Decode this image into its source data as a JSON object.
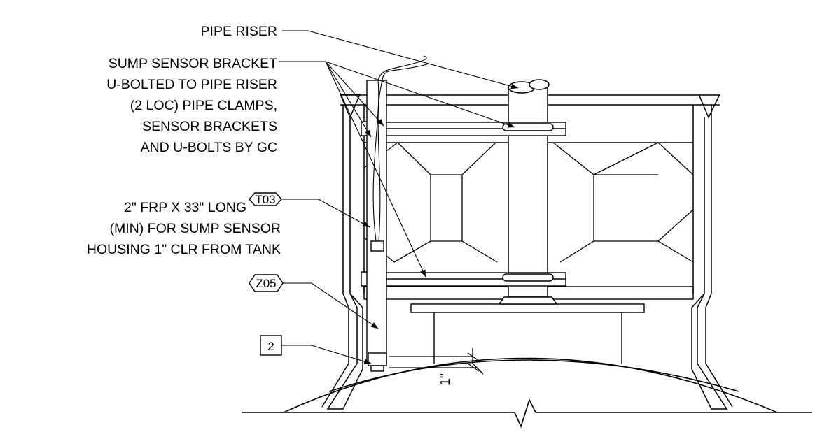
{
  "labels": {
    "pipe_riser": "PIPE RISER",
    "bracket_line1": "SUMP SENSOR BRACKET",
    "bracket_line2": "U-BOLTED TO PIPE RISER",
    "bracket_line3": "(2 LOC) PIPE CLAMPS,",
    "bracket_line4": "SENSOR BRACKETS",
    "bracket_line5": "AND U-BOLTS BY GC",
    "frp_line1": "2\" FRP X 33\" LONG",
    "frp_line2": "(MIN) FOR SUMP SENSOR",
    "frp_line3": "HOUSING 1\" CLR FROM TANK",
    "dimension_clearance": "1\""
  },
  "tags": {
    "t03": "T03",
    "z05": "Z05",
    "box_2": "2"
  }
}
